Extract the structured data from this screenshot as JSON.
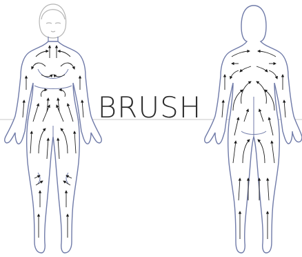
{
  "label": "BRUSH",
  "colors": {
    "outline": "#6f7aa8",
    "head_outline": "#b5b5b5",
    "arrow": "#1a1a1a",
    "text": "#2b2b2b",
    "divider": "#c9c9c9",
    "background": "#ffffff"
  },
  "figures": [
    {
      "view": "front"
    },
    {
      "view": "back"
    }
  ]
}
